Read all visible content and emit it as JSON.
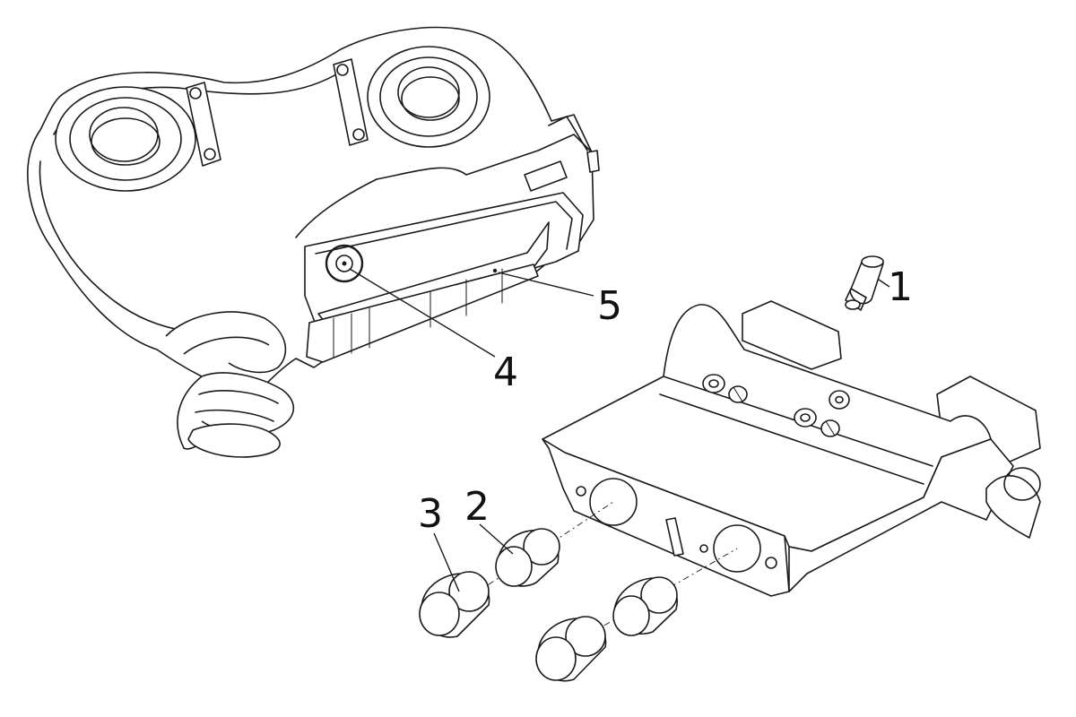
{
  "callouts": {
    "c1": "1",
    "c2": "2",
    "c3": "3",
    "c4": "4",
    "c5": "5"
  },
  "colors": {
    "line": "#1a1a1a",
    "background": "#ffffff"
  }
}
